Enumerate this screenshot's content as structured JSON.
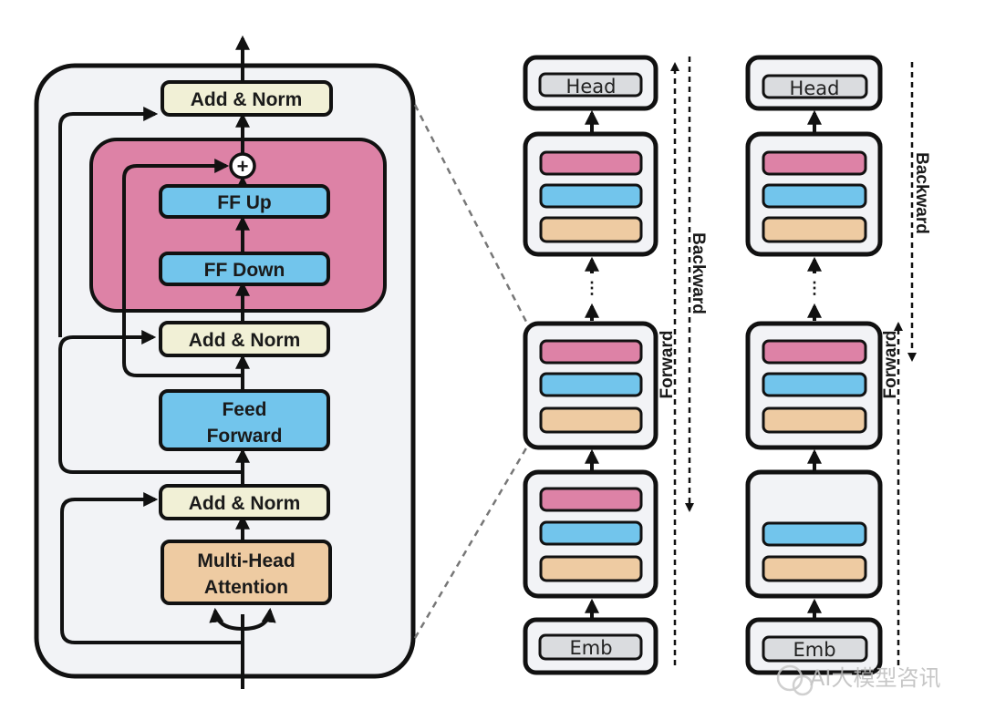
{
  "left_block": {
    "add_norm_top": "Add & Norm",
    "add_norm_mid": "Add & Norm",
    "add_norm_bottom": "Add & Norm",
    "ff_up": "FF Up",
    "ff_down": "FF Down",
    "feed_forward_line1": "Feed",
    "feed_forward_line2": "Forward",
    "attention_line1": "Multi-Head",
    "attention_line2": "Attention",
    "plus_symbol": "+"
  },
  "stack_left": {
    "head": "Head",
    "emb": "Emb",
    "ellipsis": "⋮",
    "forward_label": "Forward",
    "backward_label": "Backward"
  },
  "stack_right": {
    "head": "Head",
    "emb": "Emb",
    "ellipsis": "⋮",
    "forward_label": "Forward",
    "backward_label": "Backward"
  },
  "watermark": "AI大模型咨讯",
  "colors": {
    "ff_region": "#dd82a6",
    "ffn_blue": "#72c5ec",
    "attention_orange": "#eecba2",
    "add_norm": "#f1f0d6",
    "block_bg": "#f2f3f6",
    "head_gray": "#dadcdf",
    "outline": "#111111"
  }
}
